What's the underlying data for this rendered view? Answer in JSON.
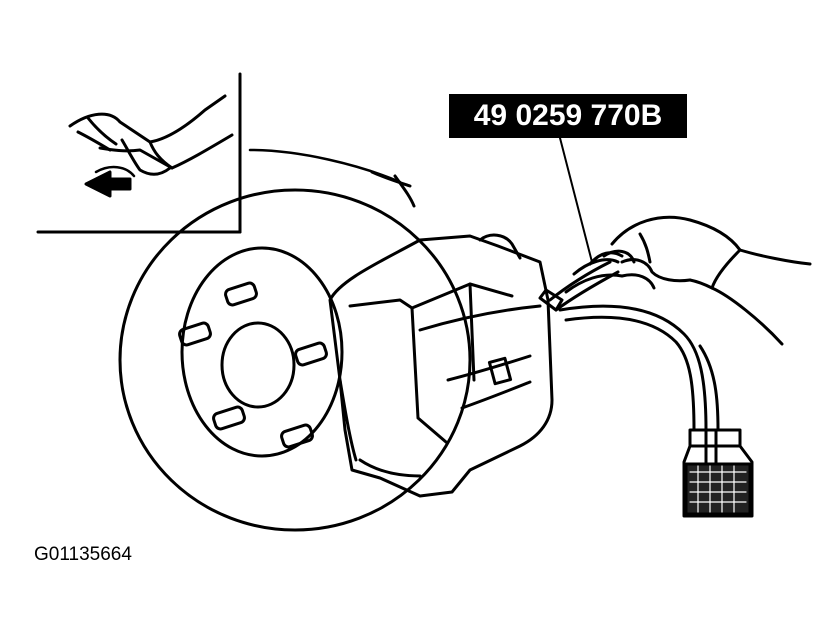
{
  "part_number": "49 0259 770B",
  "figure_id": "G01135664",
  "colors": {
    "ink": "#000000",
    "paper": "#ffffff",
    "label_bg": "#000000",
    "label_text": "#ffffff"
  },
  "inset": {
    "depicts": [
      "hand-icon",
      "arrow-left-icon"
    ]
  },
  "components": [
    "brake-disc",
    "wheel-hub",
    "wheel-stud",
    "brake-caliper",
    "bleeder-wrench",
    "bleeder-hose",
    "fluid-bottle",
    "hand"
  ]
}
